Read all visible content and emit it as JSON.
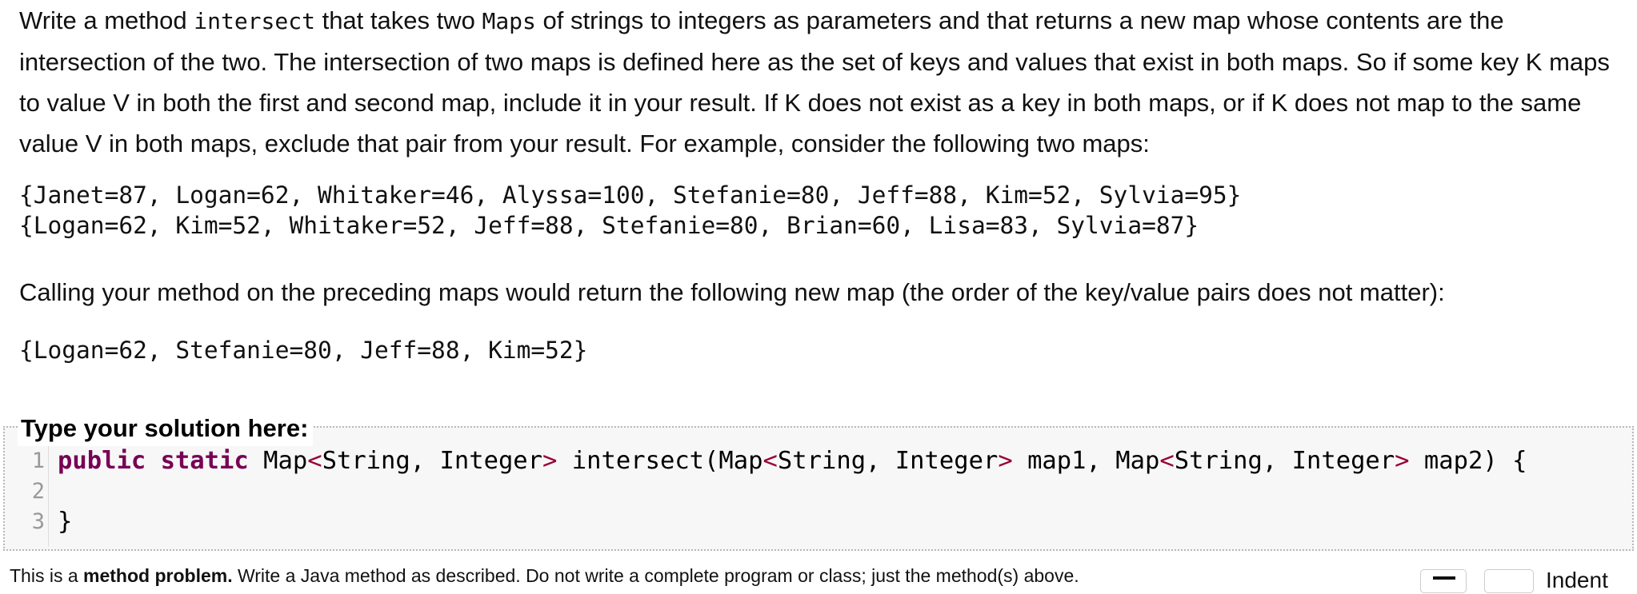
{
  "problem": {
    "description_parts": {
      "p1_a": "Write a method ",
      "p1_code1": "intersect",
      "p1_b": " that takes two ",
      "p1_code2": "Maps",
      "p1_c": " of strings to integers as parameters and that returns a new map whose contents are the intersection of the two. The intersection of two maps is defined here as the set of keys and values that exist in both maps. So if some key K maps to value V in both the first and second map, include it in your result. If K does not exist as a key in both maps, or if K does not map to the same value V in both maps, exclude that pair from your result. For example, consider the following two maps:"
    },
    "example_maps": {
      "map1": "{Janet=87, Logan=62, Whitaker=46, Alyssa=100, Stefanie=80, Jeff=88, Kim=52, Sylvia=95}",
      "map2": "{Logan=62, Kim=52, Whitaker=52, Jeff=88, Stefanie=80, Brian=60, Lisa=83, Sylvia=87}"
    },
    "calling_text": "Calling your method on the preceding maps would return the following new map (the order of the key/value pairs does not matter):",
    "result_example": "{Logan=62, Stefanie=80, Jeff=88, Kim=52}"
  },
  "solution": {
    "legend": "Type your solution here:",
    "line_numbers": [
      "1",
      "2",
      "3"
    ],
    "code": {
      "line1": {
        "kw1": "public",
        "kw2": "static",
        "t1": "Map",
        "g1": "<",
        "t2": "String, Integer",
        "g2": ">",
        "t3": " intersect(Map",
        "g3": "<",
        "t4": "String, Integer",
        "g4": ">",
        "t5": " map1, Map",
        "g5": "<",
        "t6": "String, Integer",
        "g6": ">",
        "t7": " map2) {"
      },
      "line2": "",
      "line3": "}"
    }
  },
  "footer": {
    "note_a": "This is a ",
    "note_bold": "method problem.",
    "note_b": " Write a Java method as described. Do not write a complete program or class; just the method(s) above.",
    "indent_label": "Indent"
  },
  "icons": {
    "toolbar_icon": "minus-bar-icon"
  }
}
